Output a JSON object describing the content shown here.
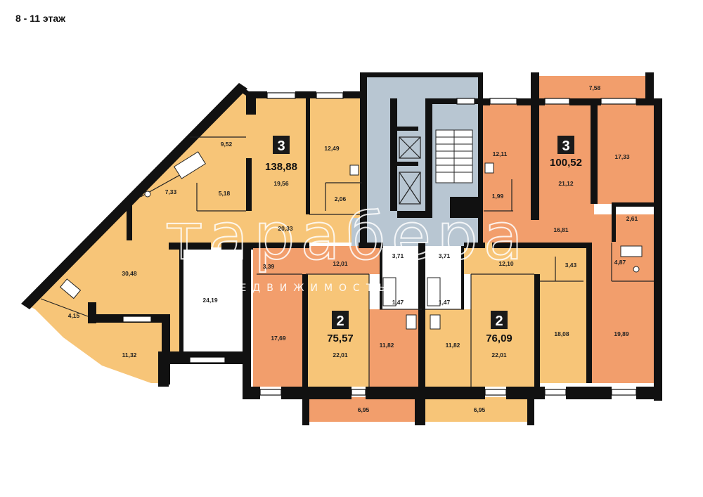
{
  "floor_title": "8 - 11 этаж",
  "watermark": {
    "logo": "тарабера",
    "subtitle": "НЕДВИЖИМОСТЬ"
  },
  "colors": {
    "apt_light": "#f7c578",
    "apt_mid": "#f7be70",
    "apt_dark": "#f29e6c",
    "corridor": "#b8c6d2",
    "wall": "#111111",
    "room_lines": "#222222"
  },
  "apartments": [
    {
      "rooms_count": "3",
      "area": "138,88"
    },
    {
      "rooms_count": "3",
      "area": "100,52"
    },
    {
      "rooms_count": "2",
      "area": "75,57"
    },
    {
      "rooms_count": "2",
      "area": "76,09"
    }
  ],
  "rooms": [
    "9,52",
    "19,56",
    "12,49",
    "2,06",
    "7,33",
    "5,18",
    "20,33",
    "30,48",
    "24,19",
    "4,15",
    "11,32",
    "12,11",
    "1,99",
    "7,58",
    "17,33",
    "21,12",
    "16,81",
    "2,61",
    "4,87",
    "19,89",
    "18,08",
    "3,43",
    "3,39",
    "12,01",
    "3,71",
    "1,47",
    "17,69",
    "22,01",
    "11,82",
    "6,95",
    "3,71",
    "1,47",
    "12,10",
    "11,82",
    "22,01",
    "6,95"
  ]
}
